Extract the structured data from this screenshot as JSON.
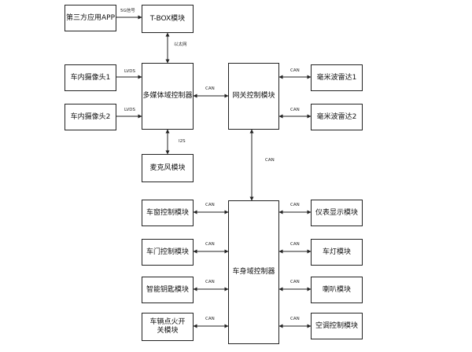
{
  "diagram": {
    "nodes": {
      "third_party_app": "第三方应用APP",
      "tbox": "T-BOX模块",
      "cabin_camera_1": "车内摄像头1",
      "cabin_camera_2": "车内摄像头2",
      "multimedia_controller": "多媒体域控制器",
      "microphone": "麦克风模块",
      "gateway": "网关控制模块",
      "mm_radar_1": "毫米波雷达1",
      "mm_radar_2": "毫米波雷达2",
      "body_controller": "车身域控制器",
      "window_ctrl": "车窗控制模块",
      "door_ctrl": "车门控制模块",
      "smart_key": "智能钥匙模块",
      "ignition_switch": "车辆点火开关模块",
      "instrument_display": "仪表显示模块",
      "lamp": "车灯模块",
      "horn": "喇叭模块",
      "ac_ctrl": "空调控制模块"
    },
    "edge_labels": {
      "app_tbox": "5G信号",
      "tbox_mm": "以太网",
      "cam1_mm": "LVDS",
      "cam2_mm": "LVDS",
      "mm_mic": "I2S",
      "mm_gw": "CAN",
      "gw_radar1": "CAN",
      "gw_radar2": "CAN",
      "gw_body": "CAN",
      "window_body": "CAN",
      "door_body": "CAN",
      "key_body": "CAN",
      "ignition_body": "CAN",
      "body_instrument": "CAN",
      "body_lamp": "CAN",
      "body_horn": "CAN",
      "body_ac": "CAN"
    }
  }
}
